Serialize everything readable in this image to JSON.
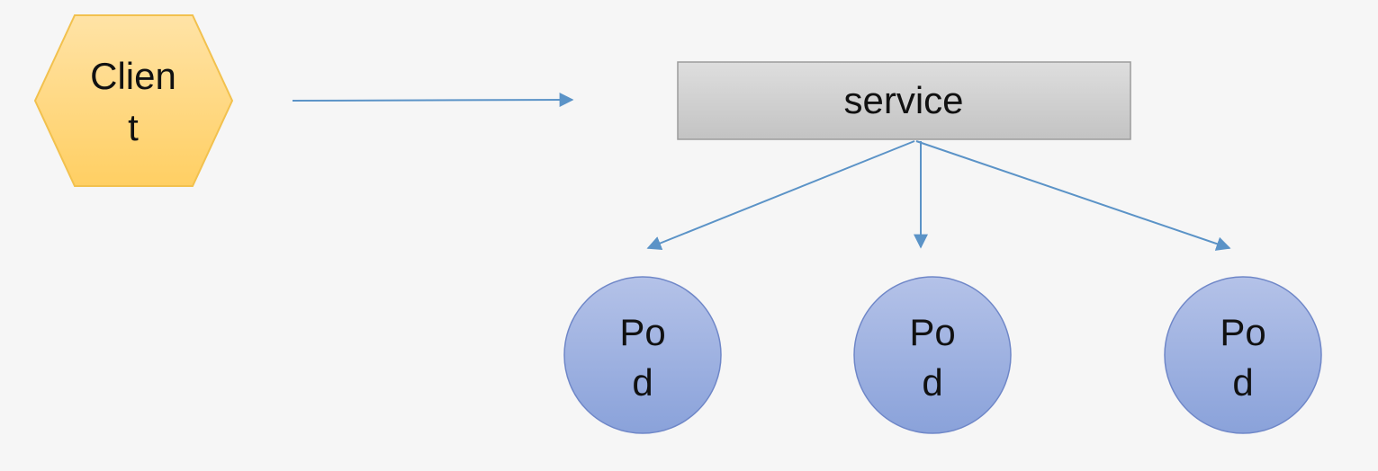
{
  "diagram": {
    "client": {
      "label_line1": "Clien",
      "label_line2": "t"
    },
    "service": {
      "label": "service"
    },
    "pods": [
      {
        "label_line1": "Po",
        "label_line2": "d"
      },
      {
        "label_line1": "Po",
        "label_line2": "d"
      },
      {
        "label_line1": "Po",
        "label_line2": "d"
      }
    ]
  },
  "colors": {
    "background": "#f6f6f6",
    "client_fill": "#ffd67d",
    "client_stroke": "#f2c14e",
    "service_fill": "#cfcfcf",
    "service_stroke": "#9c9c9c",
    "pod_fill": "#9fb1df",
    "pod_stroke": "#6f87c8",
    "arrow": "#5b93c7"
  }
}
